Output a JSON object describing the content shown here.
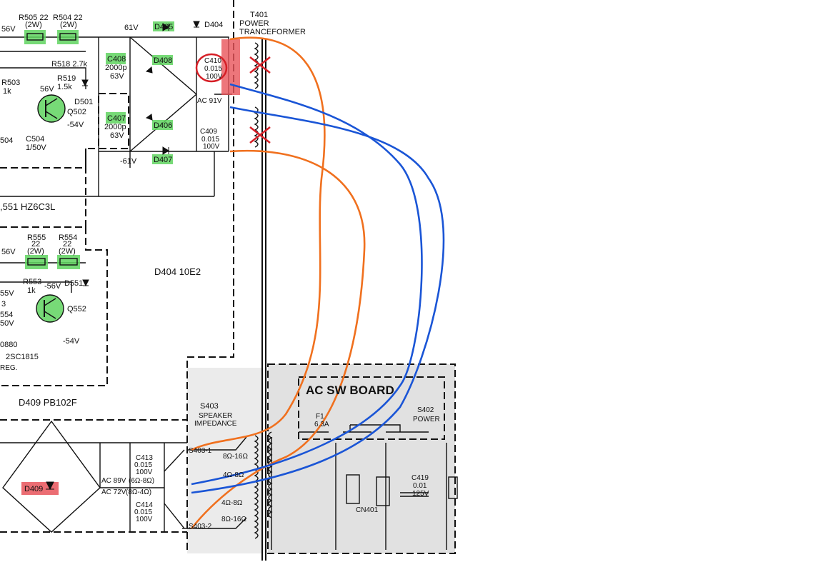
{
  "colors": {
    "paper": "#ffffff",
    "ink": "#111111",
    "highlight_green": "#5fd35f",
    "highlight_red": "#e8545a",
    "annotation_red": "#d61f26",
    "wire_orange": "#f0701e",
    "wire_blue": "#1a55d6",
    "board_shade": "#d9d9d9"
  },
  "transformer": {
    "ref": "T401",
    "line1": "POWER",
    "line2": "TRANCEFORMER",
    "tap_label": "AC 91V"
  },
  "labels": {
    "r505": "R505 22",
    "r505_w": "(2W)",
    "r504": "R504 22",
    "r504_w": "(2W)",
    "v56_top": "56V",
    "r518": "R518 2.7k",
    "r519": "R519",
    "r519_val": "1.5k",
    "r503": "R503",
    "r503_val": "1k",
    "q502_v": "56V",
    "d501": "D501",
    "q502": "Q502",
    "v54_top": "-54V",
    "c504": "C504",
    "c504_val": "1/50V",
    "c504_left": "504",
    "v61_pos": "61V",
    "v61_neg": "-61V",
    "d405": "D405",
    "d404": "D404",
    "d408": "D408",
    "d406": "D406",
    "d407": "D407",
    "c408": "C408",
    "c408_cap": "2000p",
    "c408_v": "63V",
    "c407": "C407",
    "c407_cap": "2000p",
    "c407_v": "63V",
    "c410": "C410",
    "c410_cap": "0.015",
    "c410_v": "100V",
    "c409": "C409",
    "c409_cap": "0.015",
    "c409_v": "100V",
    "zener_note": ",551 HZ6C3L",
    "r555": "R555",
    "r555_val": "22",
    "r555_w": "(2W)",
    "r554": "R554",
    "r554_val": "22",
    "r554_w": "(2W)",
    "v56_mid": "56V",
    "r553": "R553",
    "r553_val": "1k",
    "q552_v": "-56V",
    "d551": "D551",
    "q552": "Q552",
    "v54_mid": "-54V",
    "v55": "55V",
    "n3": "3",
    "c554": "554",
    "v50": "50V",
    "d0880": "0880",
    "sc1815": "2SC1815",
    "reg": "REG.",
    "d404_part": "D404  10E2",
    "d409_part": "D409  PB102F",
    "d409_hl": "D409",
    "c413": "C413",
    "c413_cap": "0.015",
    "c413_v": "100V",
    "c414": "C414",
    "c414_cap": "0.015",
    "c414_v": "100V",
    "ac89": "AC 89V",
    "ohm68": "(6Ω-8Ω)",
    "ac72": "AC 72V",
    "ohm48": "(8Ω-4Ω)",
    "s403": "S403",
    "speaker": "SPEAKER",
    "impedance": "IMPEDANCE",
    "s403_1": "S403-1",
    "s403_2": "S403-2",
    "r816a": "8Ω-16Ω",
    "r48a": "4Ω-8Ω",
    "r48b": "4Ω-8Ω",
    "r816b": "8Ω-16Ω",
    "ac_sw_board": "AC SW BOARD",
    "f1": "F1",
    "f1_val": "6.3A",
    "s402": "S402",
    "power": "POWER",
    "c419": "C419",
    "c419_cap": "0.01",
    "c419_v": "125V",
    "cn401": "CN401"
  }
}
